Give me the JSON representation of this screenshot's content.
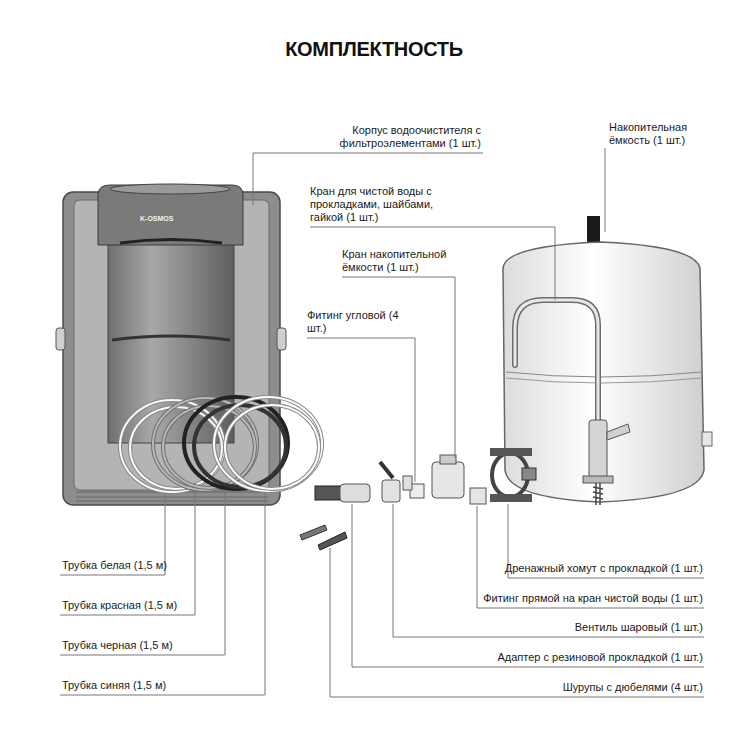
{
  "diagram": {
    "title": "КОМПЛЕКТНОСТЬ",
    "labels": [
      "Корпус водоочистителя с фильтроэлементами (1 шт.)",
      "Накопительная ёмкость (1 шт.)",
      "Кран для чистой воды с прокладками, шайбами, гайкой (1 шт.)",
      "Кран накопительной ёмкости (1 шт.)",
      "Фитинг угловой (4 шт.)",
      "K-OSMOS",
      "Трубка белая (1,5 м)",
      "Дренажный хомут с прокладкой (1 шт.)",
      "Трубка красная (1,5 м)",
      "Фитинг прямой на кран чистой воды (1 шт.)",
      "Трубка черная (1,5 м)",
      "Вентиль шаровый (1 шт.)",
      "Адаптер с резиновой прокладкой (1 шт.)",
      "Трубка синяя (1,5 м)",
      "Шурупы с дюбелями (4 шт.)"
    ]
  }
}
